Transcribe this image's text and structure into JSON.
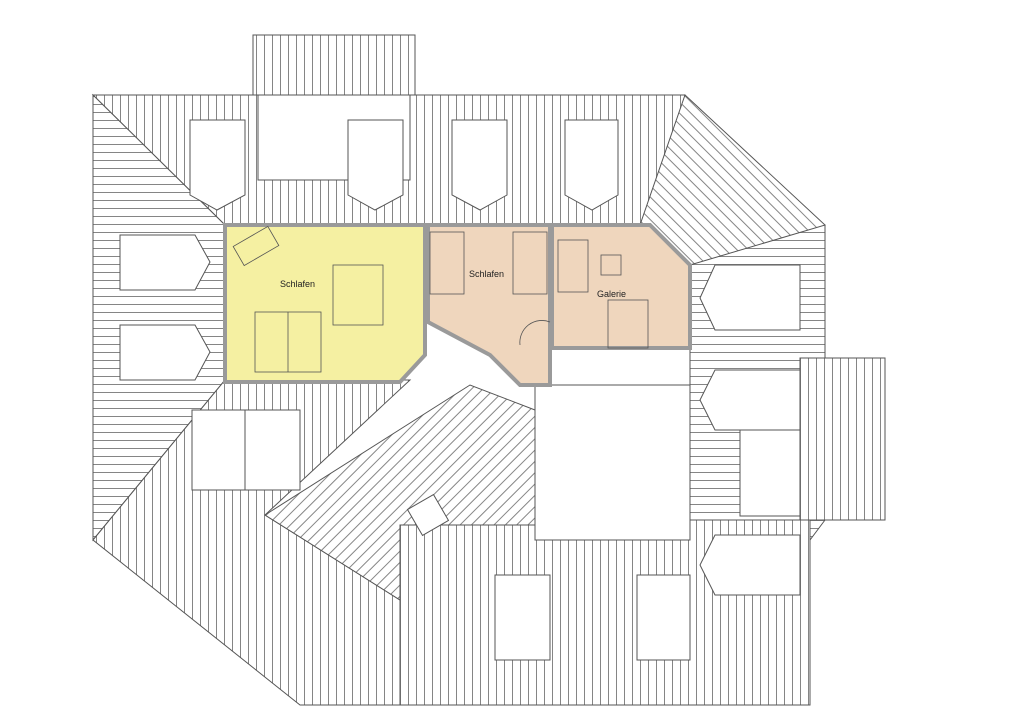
{
  "rooms": [
    {
      "label": "Schlafen",
      "color": "#f5f0a2"
    },
    {
      "label": "Schlafen",
      "color": "#efd6bd"
    },
    {
      "label": "Galerie",
      "color": "#efd6bd"
    }
  ],
  "colors": {
    "wall": "#9a9a9a",
    "line": "#555555",
    "background": "#ffffff"
  }
}
